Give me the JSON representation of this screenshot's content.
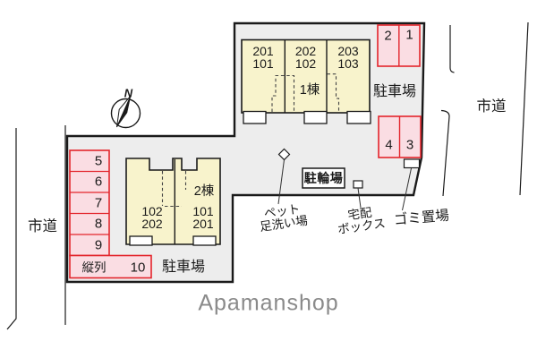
{
  "plan": {
    "compass_label": "N",
    "brand": "Apamanshop",
    "roads": {
      "left": "市道",
      "right": "市道"
    },
    "building1": {
      "name": "1棟",
      "units": [
        {
          "upper": "201",
          "lower": "101"
        },
        {
          "upper": "202",
          "lower": "102"
        },
        {
          "upper": "203",
          "lower": "103"
        }
      ]
    },
    "building2": {
      "name": "2棟",
      "units": [
        {
          "upper": "102",
          "lower": "202"
        },
        {
          "upper": "101",
          "lower": "201"
        }
      ]
    },
    "parking": {
      "area_label": "駐車場",
      "spaces_top_right": [
        "2",
        "1"
      ],
      "spaces_mid_right": [
        "4",
        "3"
      ],
      "spaces_left": [
        "5",
        "6",
        "7",
        "8",
        "9"
      ],
      "tandem_label": "縦列",
      "tandem_number": "10"
    },
    "facilities": {
      "bicycle": "駐輪場",
      "pet_wash_line1": "ペット",
      "pet_wash_line2": "足洗い場",
      "delivery_line1": "宅配",
      "delivery_line2": "ボックス",
      "garbage": "ゴミ置場"
    },
    "colors": {
      "site_fill": "#ededed",
      "building_fill": "#f8f3cc",
      "parking_fill": "#fadde3",
      "parking_border": "#e3252c",
      "line": "#1a1a1a",
      "brand_gray": "#8a8a8a"
    }
  }
}
